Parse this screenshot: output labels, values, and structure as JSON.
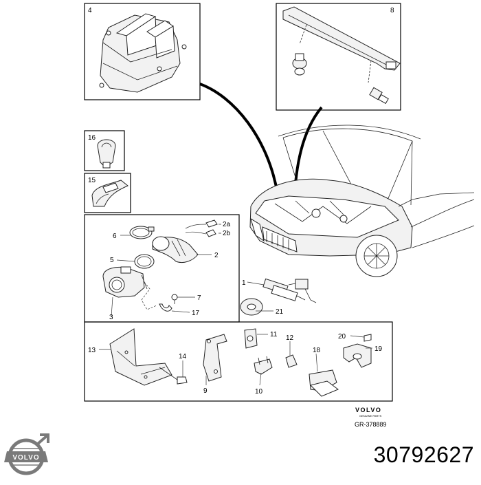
{
  "diagram": {
    "callouts": {
      "c1": "1",
      "c2": "2",
      "c2a": "2a",
      "c2b": "2b",
      "c3": "3",
      "c4": "4",
      "c5": "5",
      "c6": "6",
      "c7": "7",
      "c8": "8",
      "c9": "9",
      "c10": "10",
      "c11": "11",
      "c12": "12",
      "c13": "13",
      "c14": "14",
      "c15": "15",
      "c16": "16",
      "c17": "17",
      "c18": "18",
      "c19": "19",
      "c20": "20",
      "c21": "21"
    },
    "brand_small": "VOLVO",
    "brand_tagline": "GENUINE PARTS",
    "drawing_ref": "GR-378889"
  },
  "logo": {
    "text": "VOLVO",
    "color": "#7a7a7a"
  },
  "part_number": "30792627"
}
